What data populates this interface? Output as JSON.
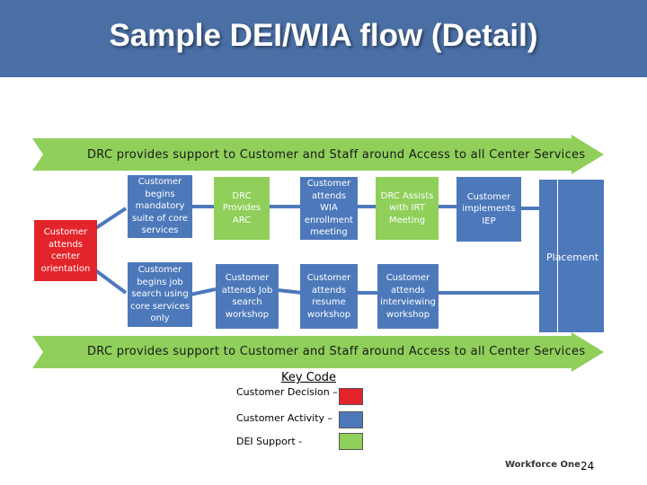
{
  "title": "Sample DEI/WIA flow (Detail)",
  "banner_top": "DRC provides support to Customer and Staff around Access to all Center Services",
  "banner_bottom": "DRC provides support to Customer and Staff around Access to all Center Services",
  "boxes": {
    "orientation": "Customer attends center orientation",
    "mandatory": "Customer begins mandatory suite of core services",
    "job_search_core": "Customer begins job search using core services only",
    "drc_arc": "DRC Provides ARC",
    "wia_enrollment": "Customer attends WIA enrollment meeting",
    "drc_irt": "DRC Assists with IRT Meeting",
    "implements_iep": "Customer implements IEP",
    "job_search_workshop": "Customer attends Job search workshop",
    "resume_workshop": "Customer attends resume workshop",
    "interviewing_workshop": "Customer attends interviewing workshop",
    "placement": "Placement"
  },
  "key": {
    "title": "Key Code",
    "decision": "Customer Decision –",
    "activity": "Customer Activity –",
    "support": "DEI Support -"
  },
  "colors": {
    "title_bar": "#4a6fa5",
    "customer_decision": "#e3242b",
    "customer_activity": "#4d79bb",
    "dei_support": "#8fcf5a",
    "banner": "#8fcf5a"
  },
  "logo": "Workforce One",
  "page_number": "24"
}
